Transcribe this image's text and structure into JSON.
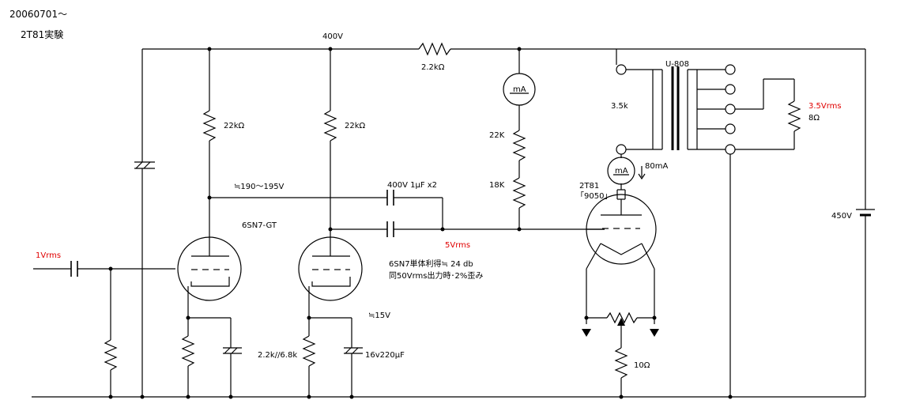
{
  "header": {
    "date": "20060701～",
    "title": "2T81実験"
  },
  "colors": {
    "wire": "#000000",
    "highlight": "#e00000",
    "background": "#ffffff"
  },
  "labels": {
    "b_plus": "400V",
    "r_series": "2.2kΩ",
    "r_load1": "22kΩ",
    "r_load2": "22kΩ",
    "plate_volt": "≒190～195V",
    "coupling_cap": "400V 1μF x2",
    "tube_driver": "6SN7-GT",
    "input_level": "1Vrms",
    "drive_level": "5Vrms",
    "gain_note": "6SN7単体利得≒ 24 db",
    "distortion_note": "同50Vrms出力時･2%歪み",
    "cathode_volt": "≒15V",
    "cathode_r": "2.2k//6.8k",
    "cathode_cap": "16v220μF",
    "r_bias_upper": "22K",
    "r_bias_lower": "18K",
    "meter_unit": "mA",
    "meter2_unit": "mA",
    "plate_current": "80mA",
    "tube_output": "2T81",
    "tube_equiv": "「9050」",
    "transformer": "U-808",
    "primary_imp": "3.5k",
    "output_level": "3.5Vrms",
    "speaker_imp": "8Ω",
    "filament_r": "10Ω",
    "hv_supply": "450V"
  }
}
